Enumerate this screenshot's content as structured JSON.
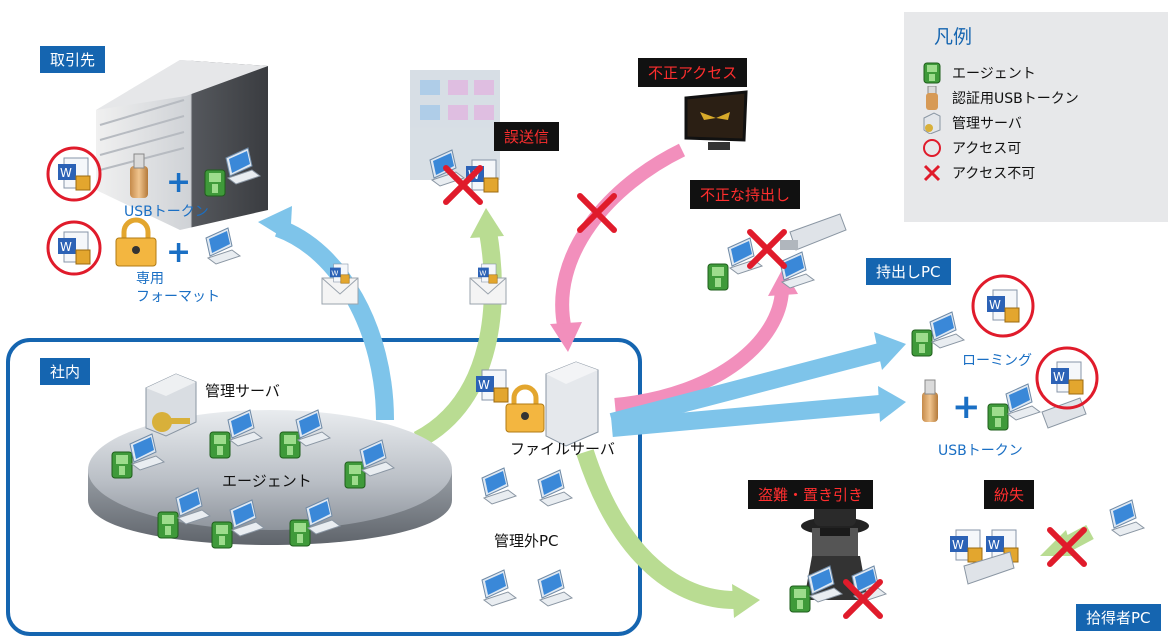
{
  "colors": {
    "blue_tag": "#1565b0",
    "black_tag": "#111111",
    "red_text": "#ff2e2e",
    "arrow_blue": "#7ec4ea",
    "arrow_green": "#b9dc92",
    "arrow_pink": "#f28fbc",
    "circle_red": "#e01b2b",
    "cross_red": "#e01b2b",
    "internal_border": "#1565b0"
  },
  "tags": {
    "partner": "取引先",
    "internal": "社内",
    "carry_out_pc": "持出しPC",
    "finder_pc": "拾得者PC"
  },
  "threats": {
    "misdelivery": "誤送信",
    "unauthorized_access": "不正アクセス",
    "unauthorized_carry_out": "不正な持出し",
    "theft": "盗難・置き引き",
    "loss": "紛失"
  },
  "labels": {
    "usb_token_partner": "USBトークン",
    "dedicated_format_line1": "専用",
    "dedicated_format_line2": "フォーマット",
    "management_server": "管理サーバ",
    "agent": "エージェント",
    "file_server": "ファイルサーバ",
    "unmanaged_pc": "管理外PC",
    "roaming": "ローミング",
    "usb_token_right": "USBトークン"
  },
  "legend": {
    "title": "凡例",
    "items": [
      {
        "icon": "agent-icon",
        "label": "エージェント"
      },
      {
        "icon": "usb-token-icon",
        "label": "認証用USBトークン"
      },
      {
        "icon": "management-server-icon",
        "label": "管理サーバ"
      },
      {
        "icon": "access-allowed-icon",
        "label": "アクセス可"
      },
      {
        "icon": "access-denied-icon",
        "label": "アクセス不可"
      }
    ]
  }
}
